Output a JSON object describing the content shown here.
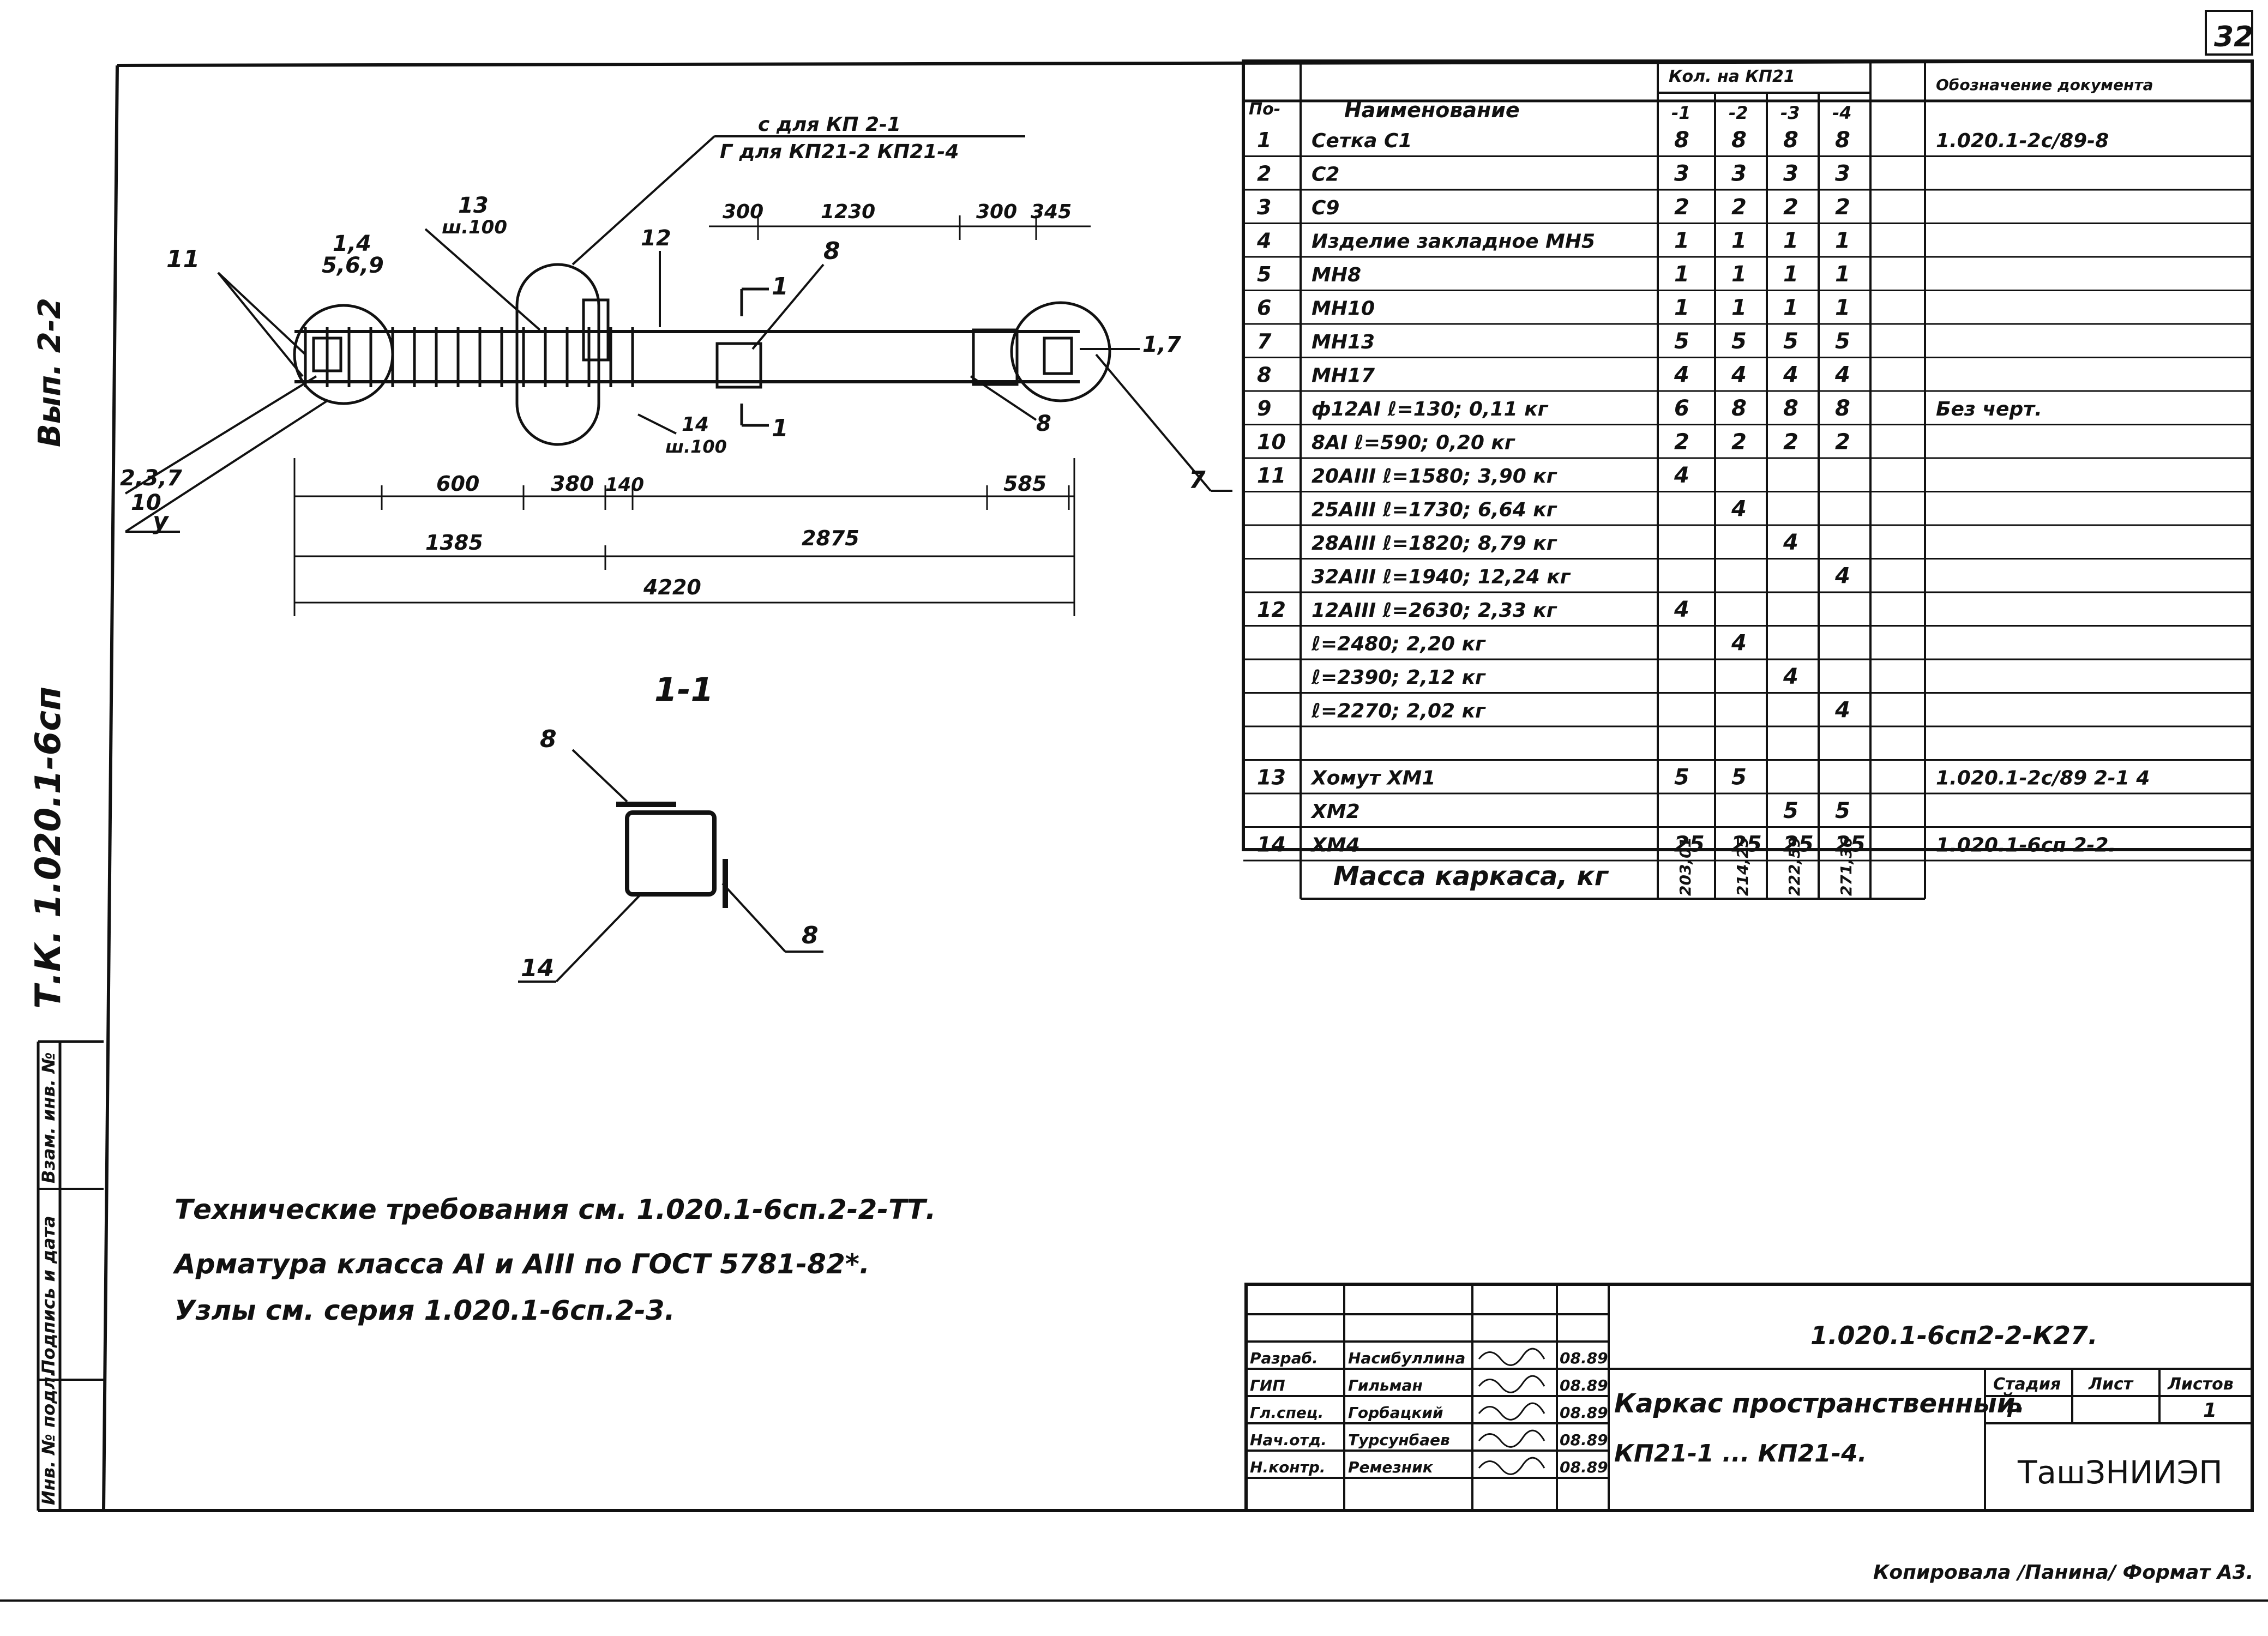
{
  "page_number": "32",
  "frame_side": {
    "series": "Т.К. 1.020.1-6сп",
    "issue": "Вып. 2-2",
    "cols": [
      "Инв. № подл.",
      "Подпись и дата",
      "Взам. инв. №"
    ]
  },
  "drawing": {
    "callout_top_1": "с для КП 2-1",
    "callout_top_2": "Г для КП21-2 КП21-4",
    "callout_13": "13",
    "callout_13_sub": "ш.100",
    "callout_14": "14",
    "callout_14_sub": "ш.100",
    "callout_4": "1,4",
    "callout_4b": "5,6,9",
    "callout_12": "12",
    "callout_11": "11",
    "callout_237": "2,3,7",
    "callout_10": "10",
    "callout_y": "у",
    "callout_8": "8",
    "callout_1": "1",
    "callout_1b": "1",
    "callout_17": "1,7",
    "callout_8b": "8",
    "callout_7": "7",
    "dim_300a": "300",
    "dim_1230": "1230",
    "dim_300b": "300",
    "dim_345": "345",
    "dim_600": "600",
    "dim_380": "380",
    "dim_140": "140",
    "dim_585": "585",
    "dim_1385": "1385",
    "dim_2875": "2875",
    "dim_4220": "4220",
    "section_title": "1-1",
    "section_8a": "8",
    "section_8b": "8",
    "section_14": "14"
  },
  "notes": [
    "Технические требования см. 1.020.1-6сп.2-2-ТТ.",
    "Арматура класса AI и AIII по ГОСТ 5781-82*.",
    "Узлы см. серия 1.020.1-6сп.2-3."
  ],
  "spec": {
    "col_pos": "По-",
    "col_name": "Наименование",
    "col_count": "Кол. на КП21",
    "col_variants": [
      "-1",
      "-2",
      "-3",
      "-4"
    ],
    "col_doc": "Обозначение документа",
    "rows": [
      {
        "pos": "1",
        "name": "Сетка С1",
        "q": [
          "8",
          "8",
          "8",
          "8"
        ],
        "doc": "1.020.1-2с/89-8"
      },
      {
        "pos": "2",
        "name": "С2",
        "q": [
          "3",
          "3",
          "3",
          "3"
        ],
        "doc": ""
      },
      {
        "pos": "3",
        "name": "С9",
        "q": [
          "2",
          "2",
          "2",
          "2"
        ],
        "doc": ""
      },
      {
        "pos": "4",
        "name": "Изделие закладное МН5",
        "q": [
          "1",
          "1",
          "1",
          "1"
        ],
        "doc": ""
      },
      {
        "pos": "5",
        "name": "МН8",
        "q": [
          "1",
          "1",
          "1",
          "1"
        ],
        "doc": ""
      },
      {
        "pos": "6",
        "name": "МН10",
        "q": [
          "1",
          "1",
          "1",
          "1"
        ],
        "doc": ""
      },
      {
        "pos": "7",
        "name": "МН13",
        "q": [
          "5",
          "5",
          "5",
          "5"
        ],
        "doc": ""
      },
      {
        "pos": "8",
        "name": "МН17",
        "q": [
          "4",
          "4",
          "4",
          "4"
        ],
        "doc": ""
      },
      {
        "pos": "9",
        "name": "ф12AI ℓ=130; 0,11 кг",
        "q": [
          "6",
          "8",
          "8",
          "8"
        ],
        "doc": "Без черт."
      },
      {
        "pos": "10",
        "name": "8AI ℓ=590; 0,20 кг",
        "q": [
          "2",
          "2",
          "2",
          "2"
        ],
        "doc": ""
      },
      {
        "pos": "11",
        "name": "20AIII ℓ=1580; 3,90 кг",
        "q": [
          "4",
          "",
          "",
          ""
        ],
        "doc": ""
      },
      {
        "pos": "",
        "name": "25AIII ℓ=1730; 6,64 кг",
        "q": [
          "",
          "4",
          "",
          ""
        ],
        "doc": ""
      },
      {
        "pos": "",
        "name": "28AIII ℓ=1820; 8,79 кг",
        "q": [
          "",
          "",
          "4",
          ""
        ],
        "doc": ""
      },
      {
        "pos": "",
        "name": "32AIII ℓ=1940; 12,24 кг",
        "q": [
          "",
          "",
          "",
          "4"
        ],
        "doc": ""
      },
      {
        "pos": "12",
        "name": "12AIII ℓ=2630; 2,33 кг",
        "q": [
          "4",
          "",
          "",
          ""
        ],
        "doc": ""
      },
      {
        "pos": "",
        "name": "ℓ=2480; 2,20 кг",
        "q": [
          "",
          "4",
          "",
          ""
        ],
        "doc": ""
      },
      {
        "pos": "",
        "name": "ℓ=2390; 2,12 кг",
        "q": [
          "",
          "",
          "4",
          ""
        ],
        "doc": ""
      },
      {
        "pos": "",
        "name": "ℓ=2270; 2,02 кг",
        "q": [
          "",
          "",
          "",
          "4"
        ],
        "doc": ""
      },
      {
        "pos": "",
        "name": "",
        "q": [
          "",
          "",
          "",
          ""
        ],
        "doc": ""
      },
      {
        "pos": "13",
        "name": "Хомут ХМ1",
        "q": [
          "5",
          "5",
          "",
          ""
        ],
        "doc": "1.020.1-2с/89 2-1 4"
      },
      {
        "pos": "",
        "name": "ХМ2",
        "q": [
          "",
          "",
          "5",
          "5"
        ],
        "doc": ""
      },
      {
        "pos": "14",
        "name": "ХМ4",
        "q": [
          "25",
          "25",
          "25",
          "25"
        ],
        "doc": "1.020.1-6сп 2-2."
      }
    ],
    "mass_label": "Масса каркаса, кг",
    "mass": [
      "203,01",
      "214,25",
      "222,59",
      "271,36"
    ]
  },
  "title_block": {
    "code": "1.020.1-6сп2-2-К27.",
    "title_1": "Каркас пространственный.",
    "title_2": "КП21-1 ... КП21-4.",
    "stage_h": "Стадия",
    "sheet_h": "Лист",
    "sheets_h": "Листов",
    "stage": "Р",
    "sheets": "1",
    "org": "ТашЗНИИЭП",
    "people": [
      {
        "role": "Разраб.",
        "name": "Насибуллина",
        "date": "08.89"
      },
      {
        "role": "ГИП",
        "name": "Гильман",
        "date": "08.89"
      },
      {
        "role": "Гл.спец.",
        "name": "Горбацкий",
        "date": "08.89"
      },
      {
        "role": "Нач.отд.",
        "name": "Турсунбаев",
        "date": "08.89"
      },
      {
        "role": "Н.контр.",
        "name": "Ремезник",
        "date": "08.89"
      }
    ]
  },
  "footer": "Копировала /Панина/ Формат А3."
}
